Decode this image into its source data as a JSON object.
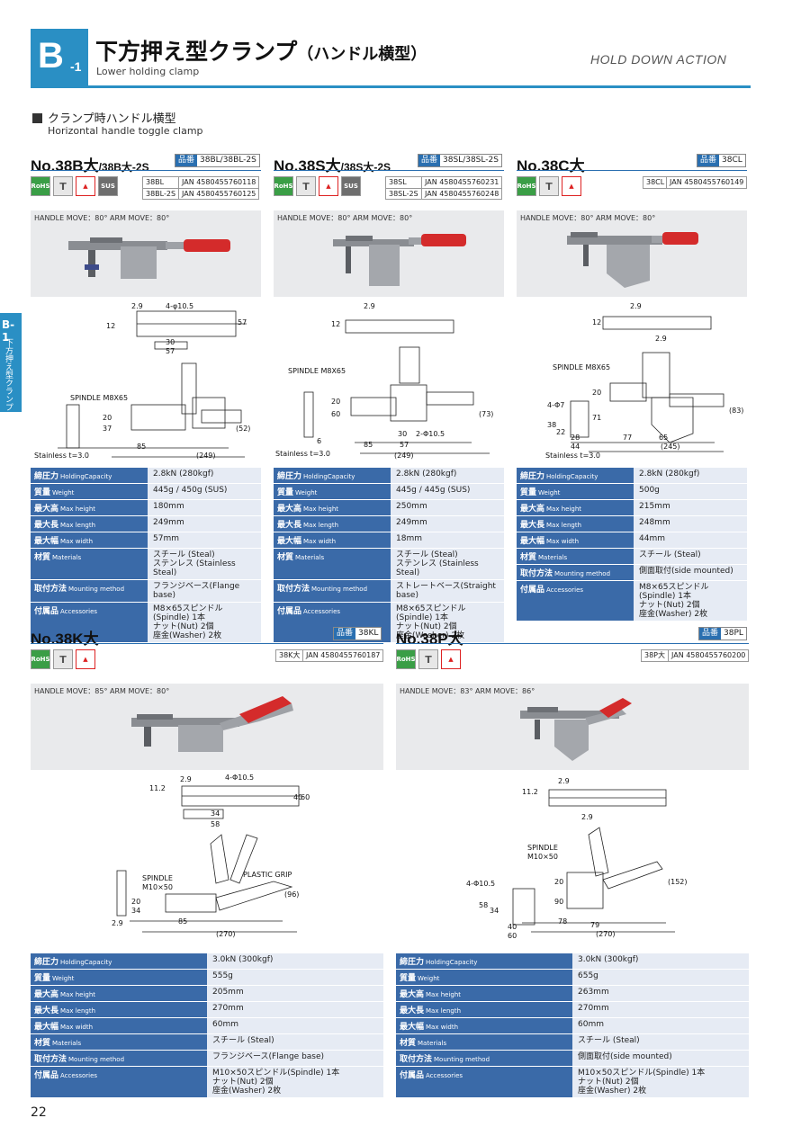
{
  "header": {
    "badge": "B",
    "badge_sub": "-1",
    "title": "下方押え型クランプ",
    "title_paren": "（ハンドル横型）",
    "subtitle": "Lower holding clamp",
    "right": "HOLD DOWN ACTION"
  },
  "section": {
    "label": "クランプ時ハンドル横型",
    "sub": "Horizontal handle toggle clamp"
  },
  "sidetab": {
    "code": "B-1",
    "text": "下方押え型クランプ"
  },
  "spec_keys": {
    "capacity": "締圧力",
    "capacity_en": "HoldingCapacity",
    "weight": "質量",
    "weight_en": "Weight",
    "height": "最大高",
    "height_en": "Max height",
    "length": "最大長",
    "length_en": "Max length",
    "width": "最大幅",
    "width_en": "Max width",
    "material": "材質",
    "material_en": "Materials",
    "mounting": "取付方法",
    "mounting_en": "Mounting method",
    "accessories": "付属品",
    "accessories_en": "Accessories"
  },
  "icons": {
    "rohs": "RoHS",
    "sus": "SUS",
    "tool": "T",
    "red": "▲"
  },
  "product_code_label": "品番",
  "products": [
    {
      "name": "No.38B大",
      "name_small": "/38B大-2S",
      "code": "38BL/38BL-2S",
      "jan": [
        {
          "model": "38BL",
          "jan": "JAN 4580455760118"
        },
        {
          "model": "38BL-2S",
          "jan": "JAN 4580455760125"
        }
      ],
      "move": "HANDLE MOVE：80° ARM MOVE：80°",
      "labels": {
        "l1": "4-φ10.5",
        "l2": "SPINDLE M8X65",
        "l3": "Stainless t=3.0",
        "d1": "2.9",
        "d2": "12",
        "d3": "30",
        "d4": "57",
        "d5": "57",
        "d6": "37",
        "d7": "85",
        "d8": "(249)",
        "d9": "(52)",
        "d10": "20"
      },
      "specs": {
        "capacity": "2.8kN (280kgf)",
        "weight": "445g / 450g (SUS)",
        "height": "180mm",
        "length": "249mm",
        "width": "57mm",
        "material": "スチール (Steal)",
        "material2": "ステンレス (Stainless Steal)",
        "mounting": "フランジベース(Flange base)",
        "acc1": "M8×65スピンドル(Spindle) 1本",
        "acc2": "ナット(Nut) 2個",
        "acc3": "座金(Washer) 2枚"
      }
    },
    {
      "name": "No.38S大",
      "name_small": "/38S大-2S",
      "code": "38SL/38SL-2S",
      "jan": [
        {
          "model": "38SL",
          "jan": "JAN 4580455760231"
        },
        {
          "model": "38SL-2S",
          "jan": "JAN 4580455760248"
        }
      ],
      "move": "HANDLE MOVE：80° ARM MOVE：80°",
      "labels": {
        "l1": "2-Φ10.5",
        "l2": "SPINDLE M8X65",
        "l3": "Stainless t=3.0",
        "d1": "2.9",
        "d2": "12",
        "d3": "20",
        "d4": "60",
        "d5": "6",
        "d6": "30",
        "d7": "85",
        "d8": "(249)",
        "d9": "(73)",
        "d10": "57"
      },
      "specs": {
        "capacity": "2.8kN (280kgf)",
        "weight": "445g / 445g (SUS)",
        "height": "250mm",
        "length": "249mm",
        "width": "18mm",
        "material": "スチール (Steal)",
        "material2": "ステンレス (Stainless Steal)",
        "mounting": "ストレートベース(Straight base)",
        "acc1": "M8×65スピンドル(Spindle) 1本",
        "acc2": "ナット(Nut) 2個",
        "acc3": "座金(Washer) 2枚"
      }
    },
    {
      "name": "No.38C大",
      "name_small": "",
      "code": "38CL",
      "jan": [
        {
          "model": "38CL",
          "jan": "JAN 4580455760149"
        }
      ],
      "move": "HANDLE MOVE：80° ARM MOVE：80°",
      "labels": {
        "l1": "4-Φ7",
        "l2": "SPINDLE M8X65",
        "l3": "Stainless t=3.0",
        "d1": "2.9",
        "d2": "12",
        "d3": "20",
        "d4": "71",
        "d5": "77",
        "d6": "65",
        "d7": "(245)",
        "d8": "(83)",
        "d9": "28",
        "d10": "44",
        "d11": "38",
        "d12": "22"
      },
      "specs": {
        "capacity": "2.8kN (280kgf)",
        "weight": "500g",
        "height": "215mm",
        "length": "248mm",
        "width": "44mm",
        "material": "スチール (Steal)",
        "material2": "",
        "mounting": "側面取付(side mounted)",
        "acc1": "M8×65スピンドル(Spindle) 1本",
        "acc2": "ナット(Nut) 2個",
        "acc3": "座金(Washer) 2枚"
      }
    },
    {
      "name": "No.38K大",
      "name_small": "",
      "code": "38KL",
      "jan": [
        {
          "model": "38K大",
          "jan": "JAN 4580455760187"
        }
      ],
      "move": "HANDLE MOVE：85° ARM MOVE：80°",
      "labels": {
        "l1": "4-Φ10.5",
        "l2": "SPINDLE",
        "l2b": "M10×50",
        "l3": "PLASTIC GRIP",
        "d1": "11.2",
        "d2": "2.9",
        "d3": "34",
        "d4": "58",
        "d5": "40",
        "d6": "60",
        "d7": "85",
        "d8": "(270)",
        "d9": "(96)",
        "d10": "20",
        "d11": "34",
        "d12": "2.9"
      },
      "specs": {
        "capacity": "3.0kN (300kgf)",
        "weight": "555g",
        "height": "205mm",
        "length": "270mm",
        "width": "60mm",
        "material": "スチール (Steal)",
        "material2": "",
        "mounting": "フランジベース(Flange base)",
        "acc1": "M10×50スピンドル(Spindle) 1本",
        "acc2": "ナット(Nut) 2個",
        "acc3": "座金(Washer) 2枚"
      }
    },
    {
      "name": "No.38P大",
      "name_small": "",
      "code": "38PL",
      "jan": [
        {
          "model": "38P大",
          "jan": "JAN 4580455760200"
        }
      ],
      "move": "HANDLE MOVE：83° ARM MOVE：86°",
      "labels": {
        "l1": "4-Φ10.5",
        "l2": "SPINDLE",
        "l2b": "M10×50",
        "d1": "11.2",
        "d2": "2.9",
        "d3": "2.9",
        "d4": "20",
        "d5": "90",
        "d6": "78",
        "d7": "79",
        "d8": "(270)",
        "d9": "(152)",
        "d10": "40",
        "d11": "60",
        "d12": "58",
        "d13": "34"
      },
      "specs": {
        "capacity": "3.0kN (300kgf)",
        "weight": "655g",
        "height": "263mm",
        "length": "270mm",
        "width": "60mm",
        "material": "スチール (Steal)",
        "material2": "",
        "mounting": "側面取付(side mounted)",
        "acc1": "M10×50スピンドル(Spindle) 1本",
        "acc2": "ナット(Nut) 2個",
        "acc3": "座金(Washer) 2枚"
      }
    }
  ],
  "colors": {
    "accent": "#2a8fc4",
    "spec_key": "#3a6aa8",
    "spec_val": "#e6ebf4",
    "handle": "#d42b2b"
  },
  "page_number": "22"
}
